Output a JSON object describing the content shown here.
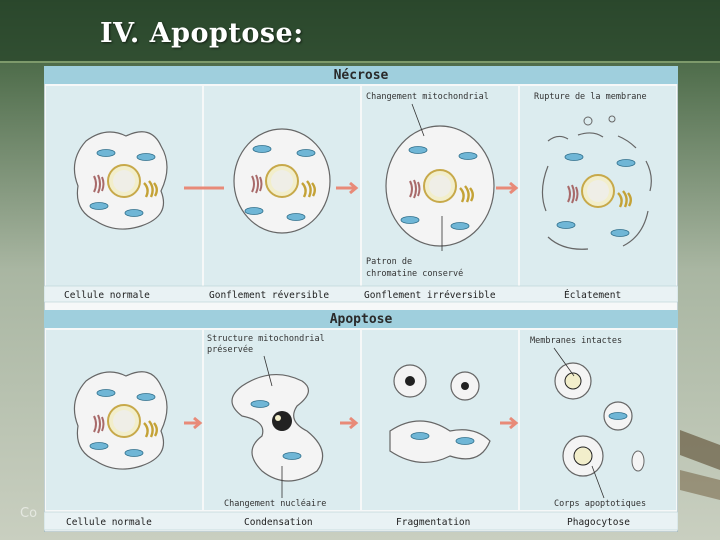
{
  "slide": {
    "title": "IV. Apoptose:",
    "footer_mark": "Co"
  },
  "diagram": {
    "necrose": {
      "header": "Nécrose",
      "annotations": {
        "mitochondrial_change": "Changement mitochondrial",
        "membrane_rupture": "Rupture de la membrane",
        "chromatin_pattern_line1": "Patron de",
        "chromatin_pattern_line2": "chromatine conservé"
      },
      "stages": [
        "Cellule normale",
        "Gonflement réversible",
        "Gonflement irréversible",
        "Éclatement"
      ]
    },
    "apoptose": {
      "header": "Apoptose",
      "annotations": {
        "mito_structure_line1": "Structure mitochondrial",
        "mito_structure_line2": "préservée",
        "intact_membranes": "Membranes intactes",
        "nuclear_change": "Changement nucléaire",
        "apoptotic_bodies": "Corps apoptotiques"
      },
      "stages": [
        "Cellule normale",
        "Condensation",
        "Fragmentation",
        "Phagocytose"
      ]
    },
    "colors": {
      "header_band": "#9fcfdd",
      "panel": "#dcecef",
      "mitochondria": "#6fb6d6",
      "golgi": "#c4a236",
      "er": "#a86a6a",
      "nucleus": "#f2eecb",
      "arrow": "#e88a78"
    }
  }
}
